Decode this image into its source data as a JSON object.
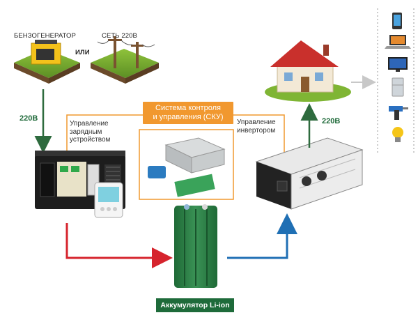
{
  "sources": {
    "generator_label": "БЕНЗОГЕНЕРАТОР",
    "or_label": "ИЛИ",
    "grid_label": "СЕТЬ 220В"
  },
  "voltage_in": "220В",
  "voltage_out": "220В",
  "charger_control_label": "Управление\nзарядным\nустройством",
  "inverter_control_label": "Управление\nинвертором",
  "sku_title": "Система контроля\nи управления (СКУ)",
  "battery_label": "Аккумулятор Li-ion",
  "devices": [
    "smartphone-icon",
    "laptop-icon",
    "tv-icon",
    "fridge-icon",
    "drill-icon",
    "lightbulb-icon"
  ],
  "colors": {
    "charge_arrow": "#d6242d",
    "discharge_arrow": "#1f6fb4",
    "green_arrow": "#2e6b3e",
    "orange_line": "#f1982f",
    "battery": "#2a7a45",
    "battery_label_bg": "#1e6b3a"
  }
}
